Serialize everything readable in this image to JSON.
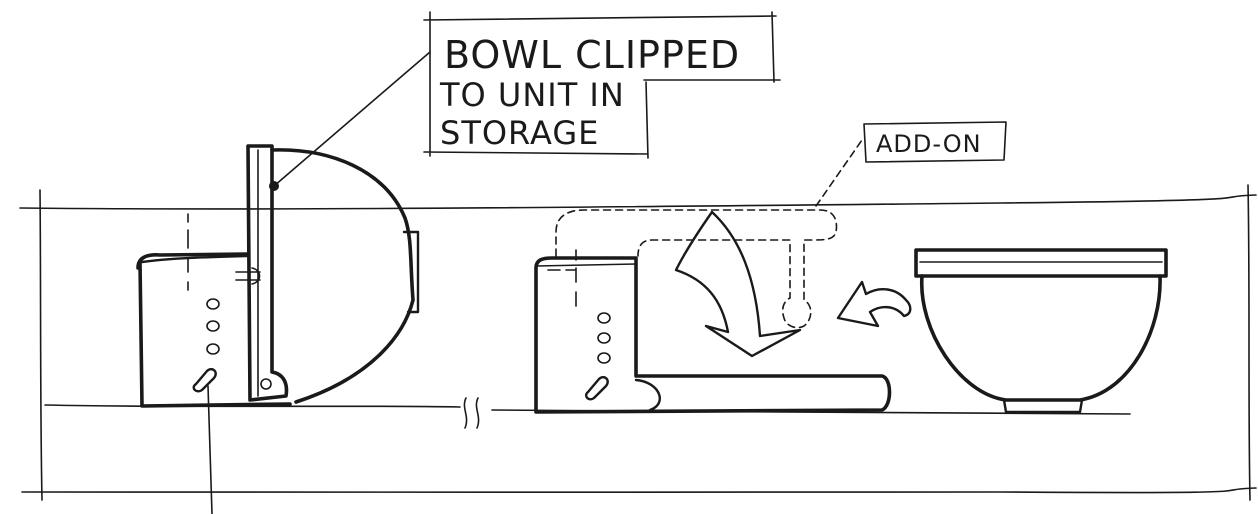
{
  "callouts": {
    "storage_note": {
      "lines": [
        "BOWL CLIPPED",
        "TO UNIT IN",
        "STORAGE"
      ]
    },
    "addon_note": {
      "text": "ADD-ON"
    }
  },
  "colors": {
    "ink": "#1a1a1a",
    "paper": "#ffffff"
  }
}
